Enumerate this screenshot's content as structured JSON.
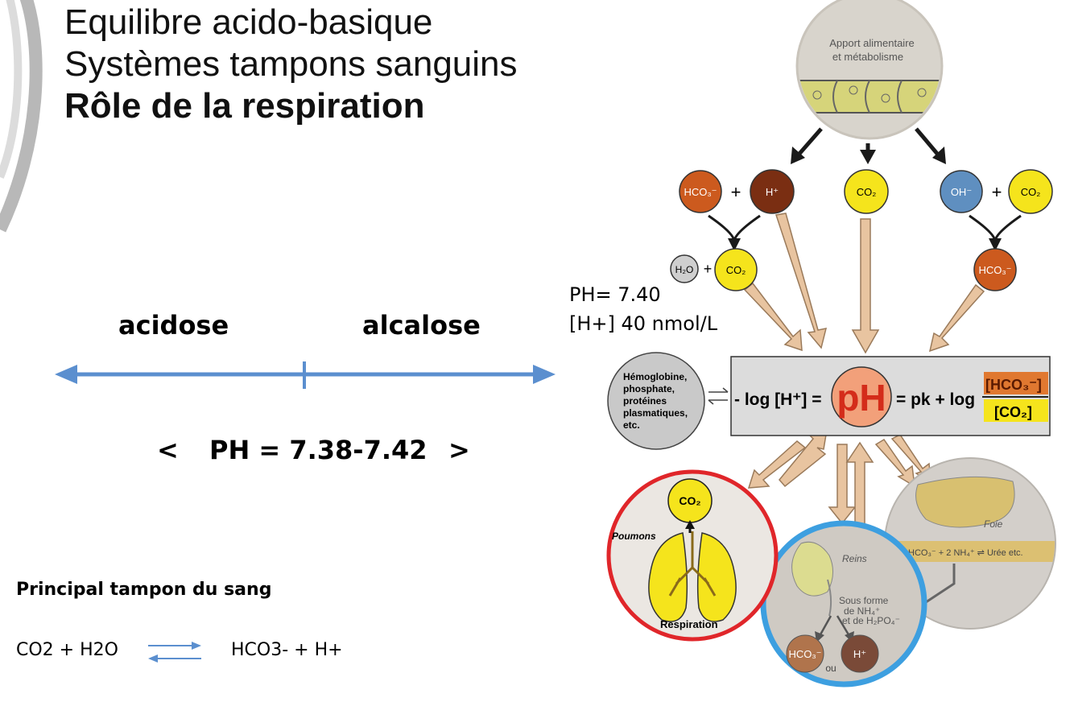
{
  "slide": {
    "title_line1": "Equilibre acido-basique",
    "title_line2": "Systèmes tampons sanguins",
    "title_line3": "Rôle de la respiration"
  },
  "scale": {
    "left_label": "acidose",
    "right_label": "alcalose",
    "lt_symbol": "<",
    "range_text": "PH = 7.38-7.42",
    "gt_symbol": ">",
    "arrow_color": "#5b8fcf"
  },
  "normal_values": {
    "ph_line": "PH= 7.40",
    "h_line": "[H+] 40 nmol/L"
  },
  "buffer": {
    "title": "Principal tampon du sang",
    "left_side": "CO2 + H2O",
    "right_side": "HCO3- + H+"
  },
  "diagram": {
    "top_circle_text1": "Apport alimentaire",
    "top_circle_text2": "et métabolisme",
    "hco3": "HCO₃⁻",
    "h_plus": "H⁺",
    "co2": "CO₂",
    "oh": "OH⁻",
    "h2o": "H₂O",
    "plus": "+",
    "ou": "ou",
    "buffers_line1": "Hémoglobine,",
    "buffers_line2": "phosphate,",
    "buffers_line3": "protéines",
    "buffers_line4": "plasmatiques,",
    "buffers_line5": "etc.",
    "eq_left": "- log [H⁺] =",
    "eq_ph": "pH",
    "eq_right": "= pk + log",
    "eq_num": "[HCO₃⁻]",
    "eq_den": "[CO₂]",
    "lungs_label": "Poumons",
    "lungs_caption": "Respiration",
    "kidney_label": "Reins",
    "kidney_text1": "Sous forme",
    "kidney_text2": "de NH₄⁺",
    "kidney_text3": "et  de  H₂PO₄⁻",
    "liver_label": "Foie",
    "liver_eq": "HCO₃⁻ + 2 NH₄⁺ ⇌ Urée etc.",
    "colors": {
      "co2": "#f5e41c",
      "hco3": "#cc5a1e",
      "h_plus": "#7a2e12",
      "oh": "#5f8fc0",
      "tan_arrow": "#e8c4a0",
      "red_ring": "#e0262a",
      "blue_ring": "#3d9fe0",
      "ph_circle": "#f2a07a",
      "ph_text": "#d42c1a"
    }
  }
}
